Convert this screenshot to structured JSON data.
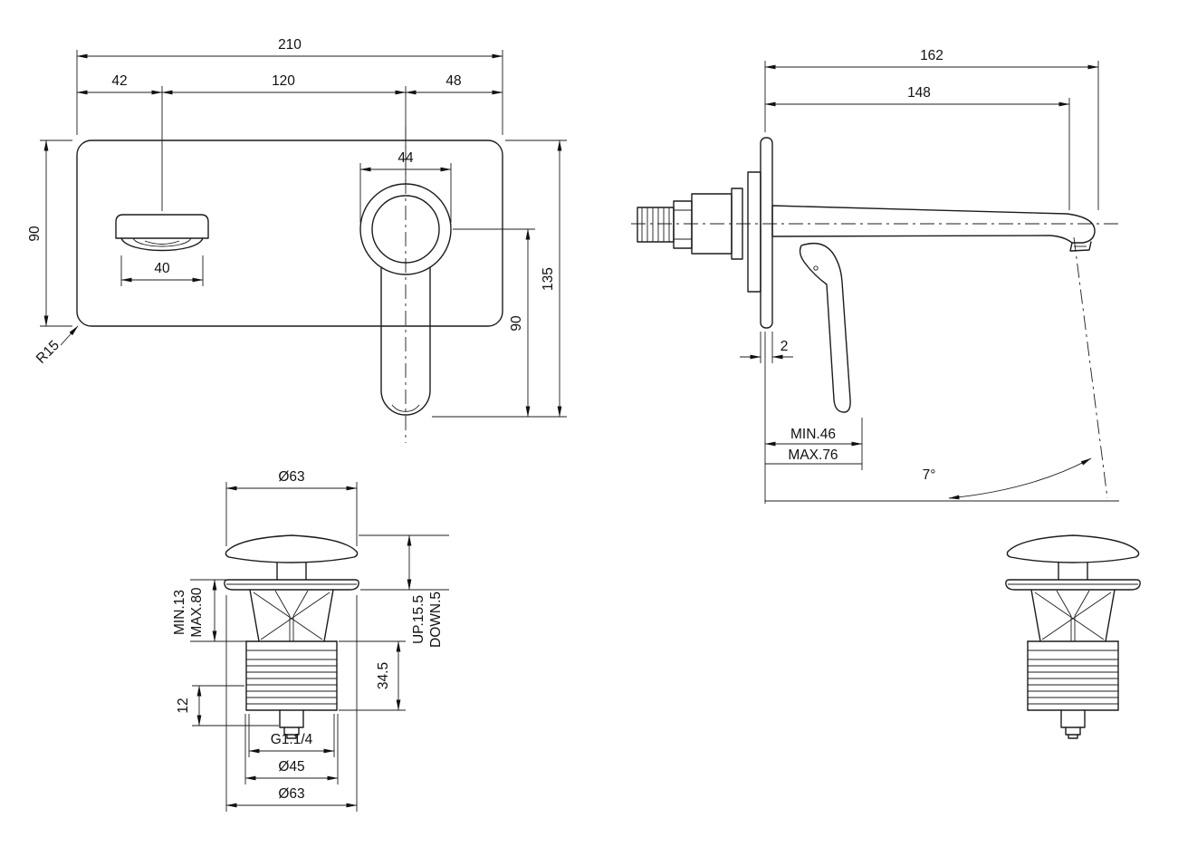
{
  "drawing": {
    "front": {
      "total_width": "210",
      "spout_offset": "42",
      "spout_to_handle": "120",
      "handle_offset": "48",
      "handle_width": "44",
      "spout_width": "40",
      "plate_height": "90",
      "overall_height": "135",
      "handle_length": "90",
      "corner_radius": "R15"
    },
    "side": {
      "overall_reach": "162",
      "spout_reach": "148",
      "plate_thickness": "2",
      "wall_depth_min": "MIN.46",
      "wall_depth_max": "MAX.76",
      "spout_angle": "7°"
    },
    "drain": {
      "cap_diameter": "Ø63",
      "install_min": "MIN.13",
      "install_max": "MAX.80",
      "travel_up": "UP.15.5",
      "travel_down": "DOWN.5",
      "lower_body_height": "34.5",
      "thread_length": "12",
      "thread_size": "G1.1/4",
      "body_diameter": "Ø45",
      "flange_diameter": "Ø63"
    }
  }
}
